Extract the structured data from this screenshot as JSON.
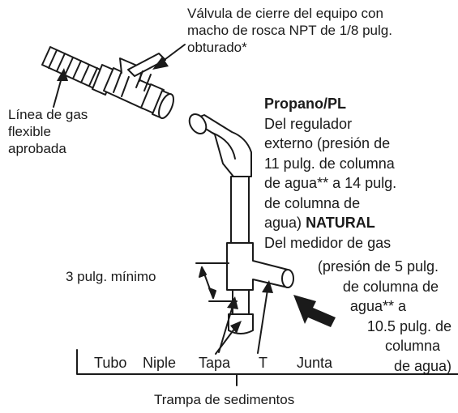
{
  "valve_callout": {
    "line1": "Válvula de cierre del equipo con",
    "line2": "macho de rosca NPT de 1/8 pulg.",
    "line3": "obturado*"
  },
  "gas_line_callout": {
    "line1": "Línea de gas",
    "line2": "flexible",
    "line3": "aprobada"
  },
  "supply_text": {
    "propane_heading": "Propano/PL",
    "propane_lines": [
      "Del regulador",
      "externo (presión de",
      "11 pulg. de columna",
      "de agua** a 14 pulg.",
      "de columna de"
    ],
    "propane_last": "agua)",
    "natural_heading": "NATURAL",
    "natural_lines": [
      "Del medidor de gas",
      "(presión de 5 pulg.",
      "de columna de",
      "agua** a",
      "10.5 pulg. de",
      "columna",
      "de agua)"
    ]
  },
  "dimension_label": "3 pulg. mínimo",
  "parts": {
    "tubo": "Tubo",
    "niple": "Niple",
    "tapa": "Tapa",
    "t": "T",
    "junta": "Junta"
  },
  "sediment_trap_label": "Trampa de sedimentos",
  "colors": {
    "line": "#1a1a1a",
    "pipe": "#ffffff",
    "text": "#1a1a1a"
  }
}
